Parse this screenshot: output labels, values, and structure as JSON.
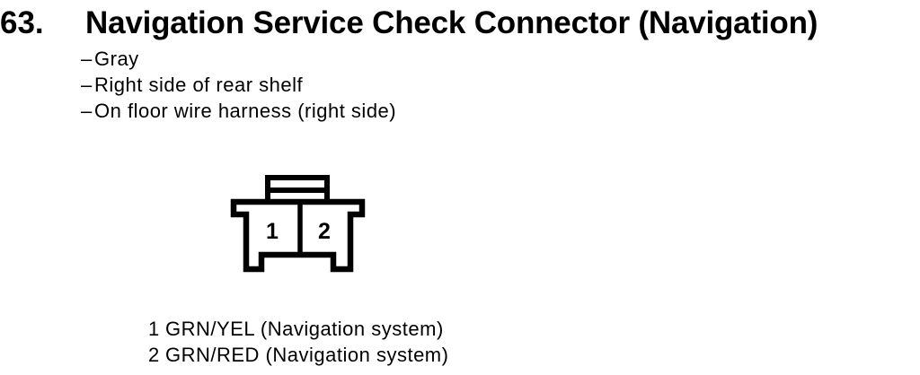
{
  "colors": {
    "ink": "#000000",
    "paper": "#ffffff"
  },
  "header": {
    "number": "63.",
    "title": "Navigation Service Check Connector (Navigation)"
  },
  "details": {
    "marker": "–",
    "items": [
      "Gray",
      "Right side of rear shelf",
      "On floor wire harness (right side)"
    ]
  },
  "diagram": {
    "pin_labels": [
      "1",
      "2"
    ]
  },
  "legend": {
    "items": [
      {
        "pin": "1",
        "description": "GRN/YEL (Navigation system)"
      },
      {
        "pin": "2",
        "description": "GRN/RED (Navigation system)"
      }
    ]
  }
}
